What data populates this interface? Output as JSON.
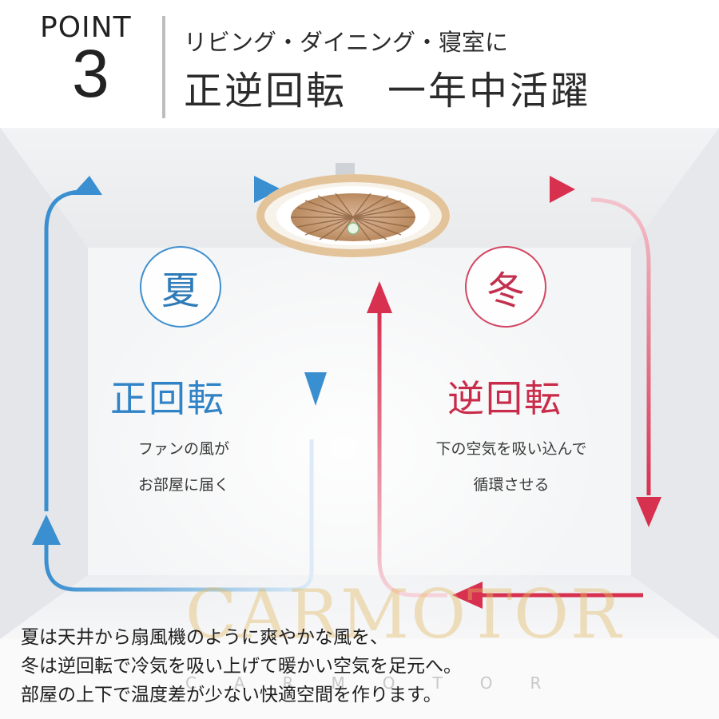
{
  "header": {
    "point_label": "POINT",
    "point_number": "3",
    "subtitle": "リビング・ダイニング・寝室に",
    "headline": "正逆回転　一年中活躍"
  },
  "summer": {
    "season": "夏",
    "mode": "正回転",
    "desc_line1": "ファンの風が",
    "desc_line2": "お部屋に届く"
  },
  "winter": {
    "season": "冬",
    "mode": "逆回転",
    "desc_line1": "下の空気を吸い込んで",
    "desc_line2": "循環させる"
  },
  "watermark": {
    "brand": "CARMOTOR",
    "sub": "CARMOTOR"
  },
  "caption": {
    "line1": "夏は天井から扇風機のように爽やかな風を、",
    "line2": "冬は逆回転で冷気を吸い上げて暖かい空気を足元へ。",
    "line3": "部屋の上下で温度差が少ない快適空間を作ります。"
  },
  "colors": {
    "summer_blue": "#3a8fd0",
    "winter_red": "#d8304f",
    "fan_gold": "#caa077"
  },
  "icons": [
    "ceiling-fan-icon",
    "arrow-icon"
  ]
}
